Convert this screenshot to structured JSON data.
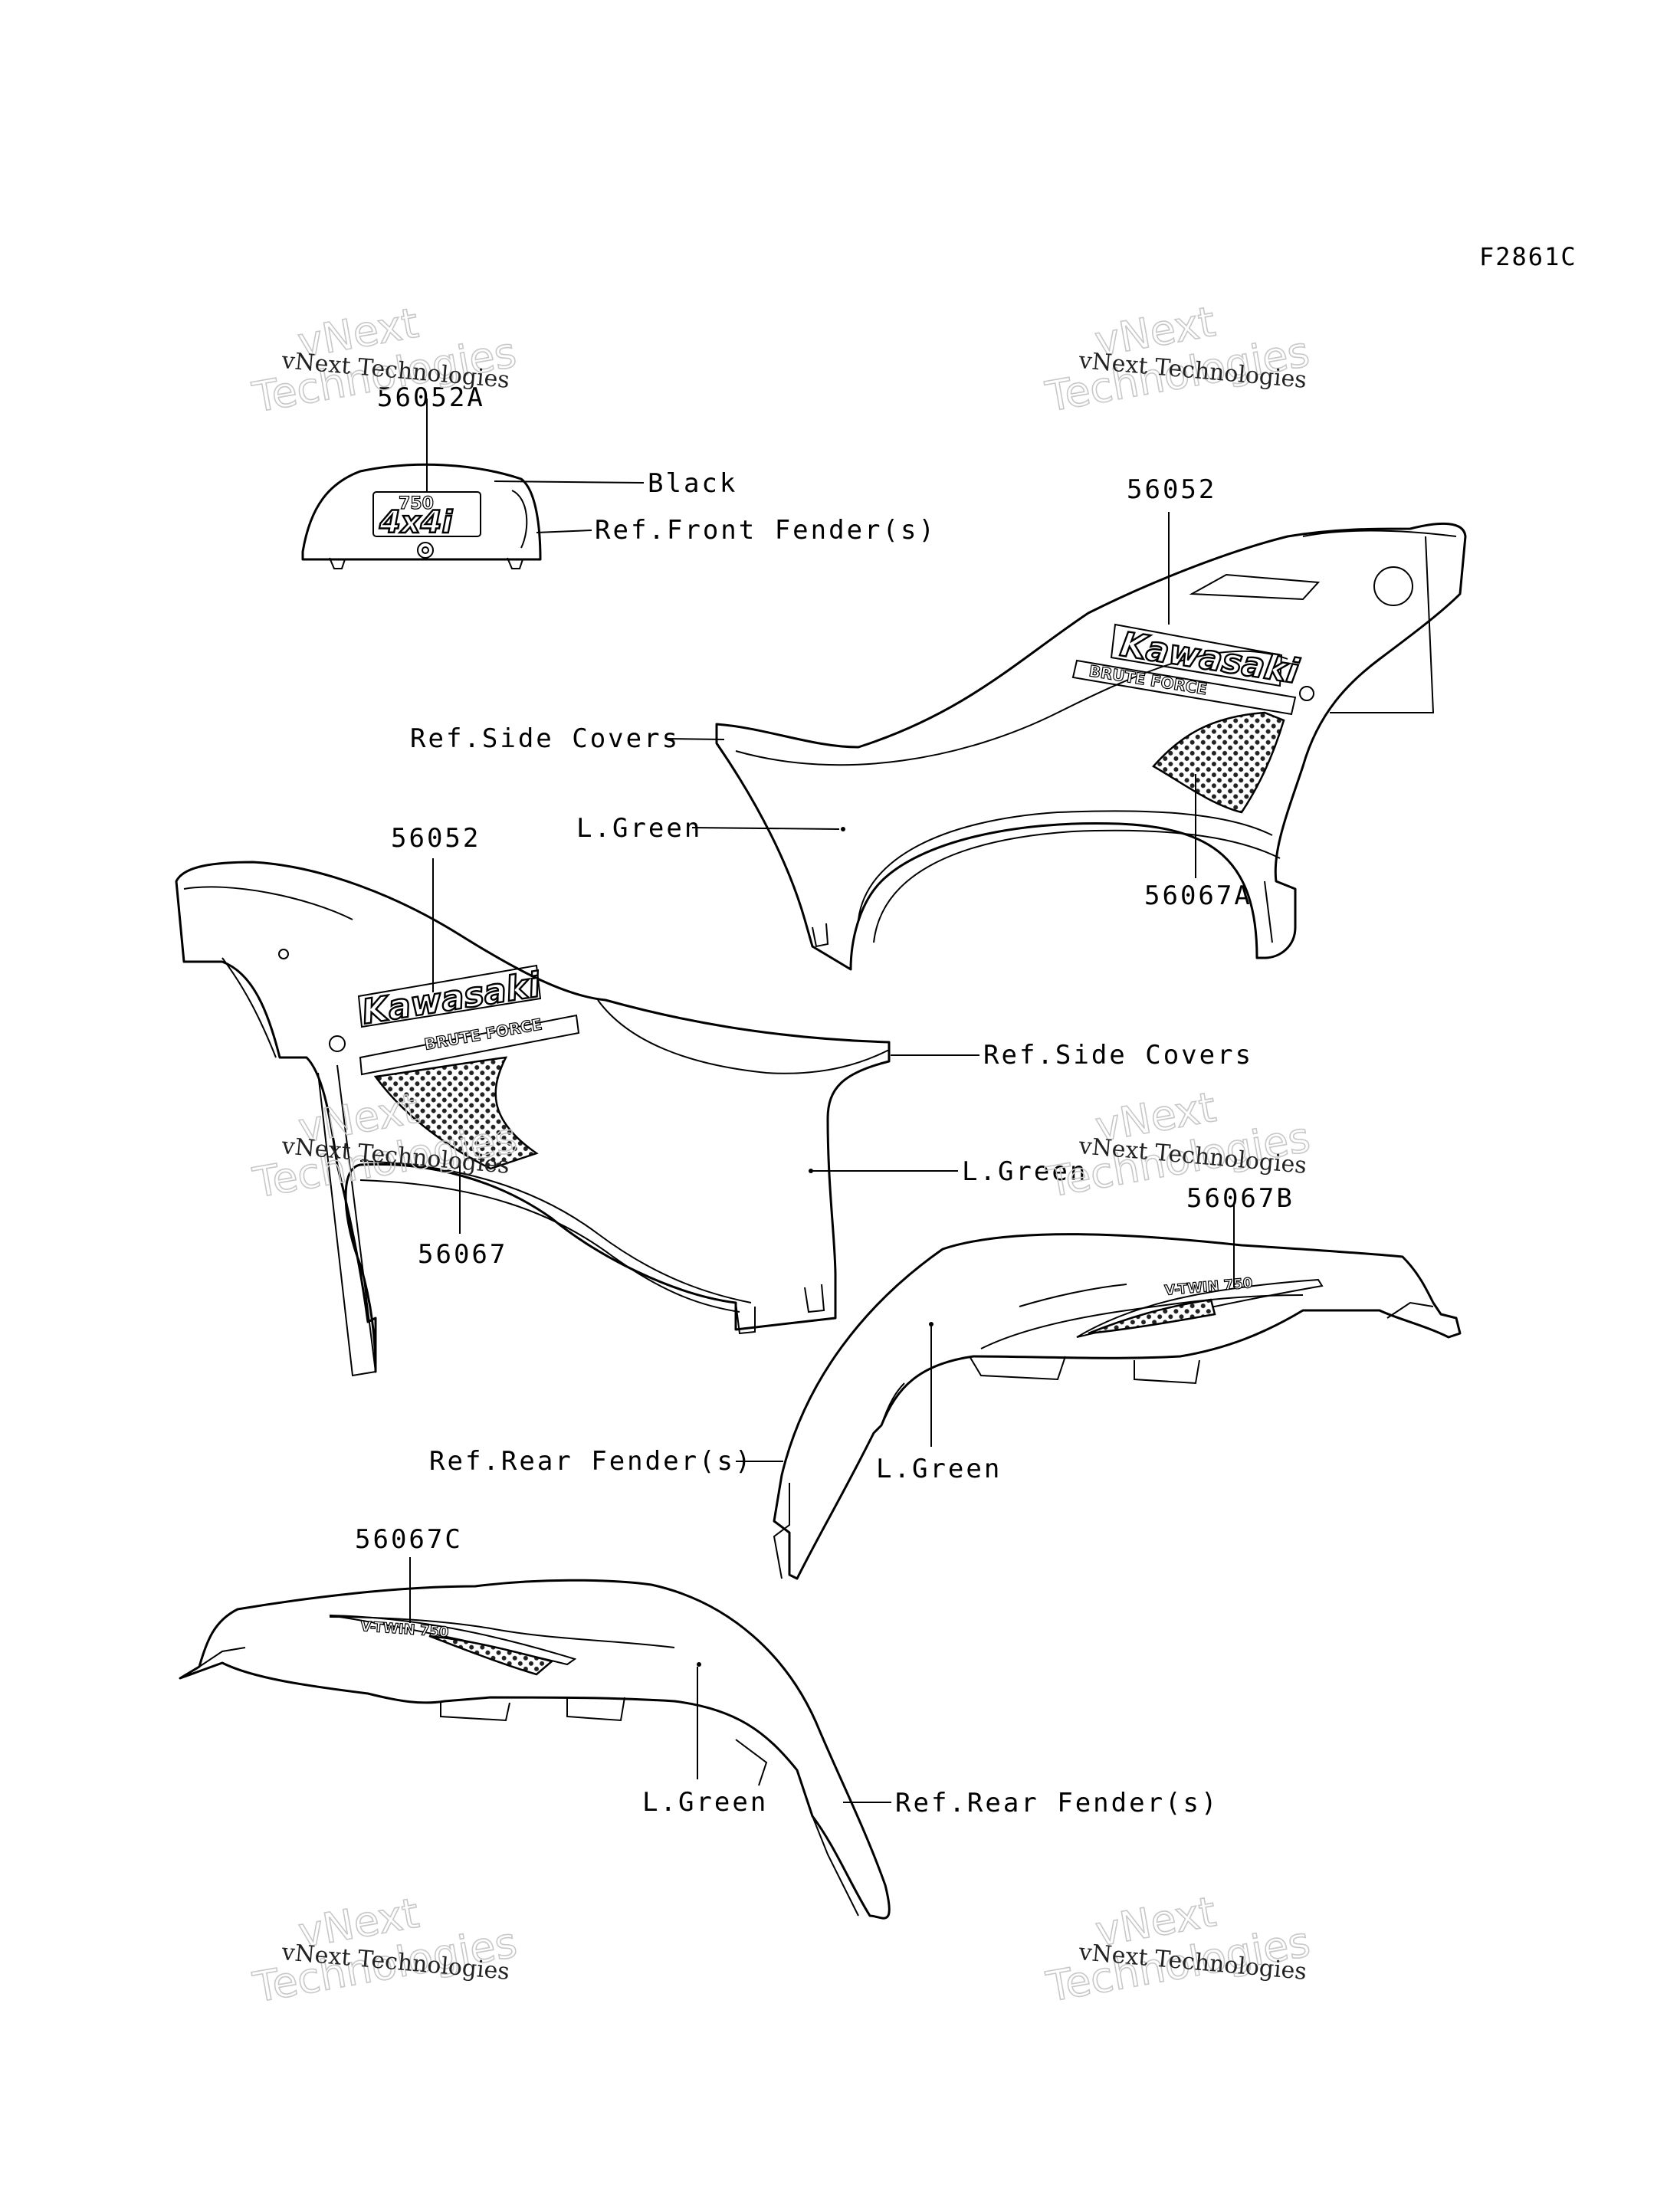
{
  "figure_code": "F2861C",
  "watermark": {
    "line1": "vNext",
    "line2": "vNext Technologies",
    "line3": "Technologies"
  },
  "logos": {
    "brand": "Kawasaki",
    "model": "BRUTE FORCE",
    "badge_top": "750",
    "badge_main": "4x4i",
    "rear_stripe": "V-TWIN 750"
  },
  "labels": {
    "part_56052a": "56052A",
    "black": "Black",
    "ref_front_fender": "Ref.Front Fender(s)",
    "part_56052_right": "56052",
    "ref_side_covers_1": "Ref.Side Covers",
    "l_green_1": "L.Green",
    "part_56067a": "56067A",
    "part_56052_left": "56052",
    "ref_side_covers_2": "Ref.Side Covers",
    "l_green_2": "L.Green",
    "part_56067": "56067",
    "part_56067b": "56067B",
    "ref_rear_fender_1": "Ref.Rear Fender(s)",
    "l_green_3": "L.Green",
    "part_56067c": "56067C",
    "l_green_4": "L.Green",
    "ref_rear_fender_2": "Ref.Rear Fender(s)"
  }
}
